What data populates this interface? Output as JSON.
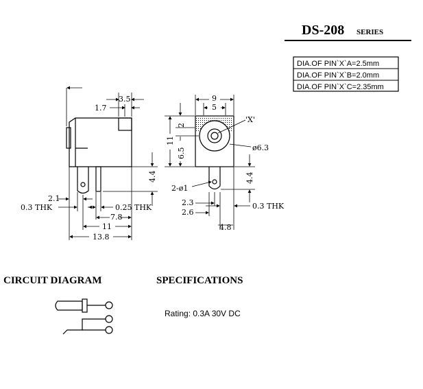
{
  "title": {
    "model": "DS-208",
    "suffix": "SERIES"
  },
  "pin_table": [
    "DIA.OF PIN`X`A=2.5mm",
    "DIA.OF PIN`X`B=2.0mm",
    "DIA.OF PIN`X`C=2.35mm"
  ],
  "side_view": {
    "dim_3_5": "3.5",
    "dim_1_7": "1.7",
    "dim_4_4": "4.4",
    "dim_2_1": "2.1",
    "dim_0_3": "0.3  THK",
    "dim_0_25": "0.25  THK",
    "dim_7_8": "7.8",
    "dim_11": "11",
    "dim_13_8": "13.8"
  },
  "front_view": {
    "dim_9": "9",
    "dim_5": "5",
    "dim_2": "2",
    "dim_11": "11",
    "dim_6_5": "6.5",
    "label_x": "'X'",
    "dim_dia_6_3": "ø6.3",
    "dim_2_dia_1": "2-ø1",
    "dim_4_4": "4.4",
    "dim_2_3": "2.3",
    "dim_2_6": "2.6",
    "dim_0_3": "0.3  THK",
    "dim_4_8": "4.8"
  },
  "circuit": {
    "heading": "CIRCUIT  DIAGRAM"
  },
  "specifications": {
    "heading": "SPECIFICATIONS",
    "rating": "Rating: 0.3A 30V DC"
  }
}
